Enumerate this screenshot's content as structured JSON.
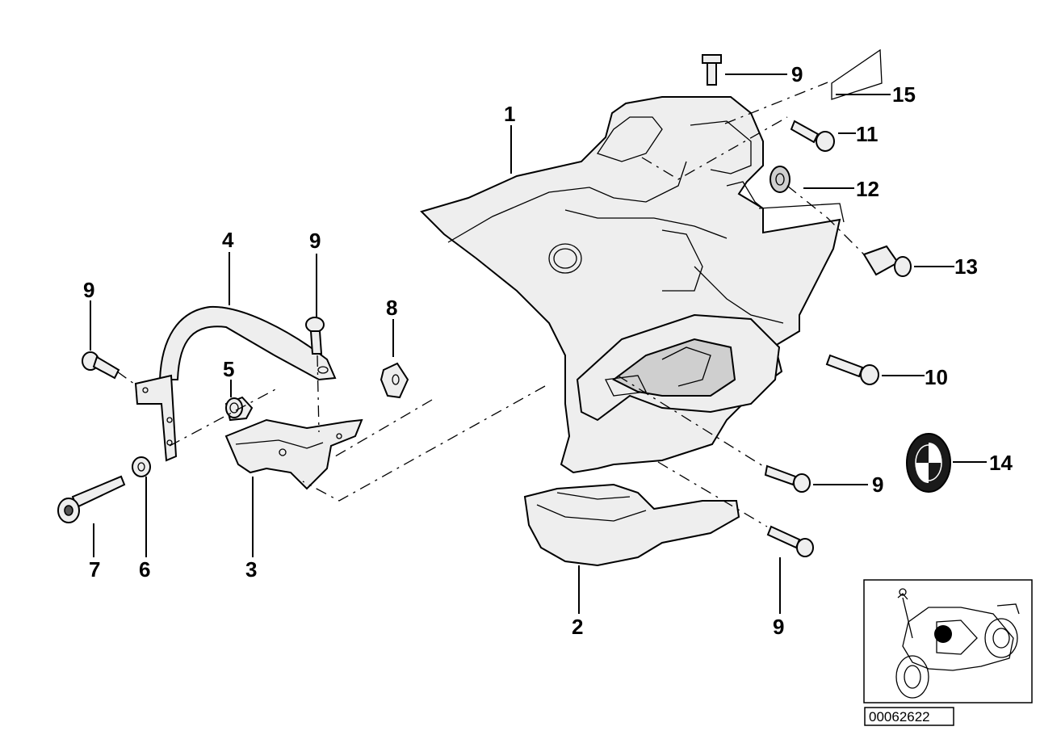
{
  "diagram": {
    "part_id": "00062622",
    "callouts": [
      {
        "id": "c1",
        "label": "1"
      },
      {
        "id": "c2",
        "label": "2"
      },
      {
        "id": "c3",
        "label": "3"
      },
      {
        "id": "c4",
        "label": "4"
      },
      {
        "id": "c5",
        "label": "5"
      },
      {
        "id": "c6",
        "label": "6"
      },
      {
        "id": "c7",
        "label": "7"
      },
      {
        "id": "c8",
        "label": "8"
      },
      {
        "id": "c9a",
        "label": "9"
      },
      {
        "id": "c9b",
        "label": "9"
      },
      {
        "id": "c9c",
        "label": "9"
      },
      {
        "id": "c9d",
        "label": "9"
      },
      {
        "id": "c9e",
        "label": "9"
      },
      {
        "id": "c10",
        "label": "10"
      },
      {
        "id": "c11",
        "label": "11"
      },
      {
        "id": "c12",
        "label": "12"
      },
      {
        "id": "c13",
        "label": "13"
      },
      {
        "id": "c14",
        "label": "14"
      },
      {
        "id": "c15",
        "label": "15"
      }
    ]
  }
}
